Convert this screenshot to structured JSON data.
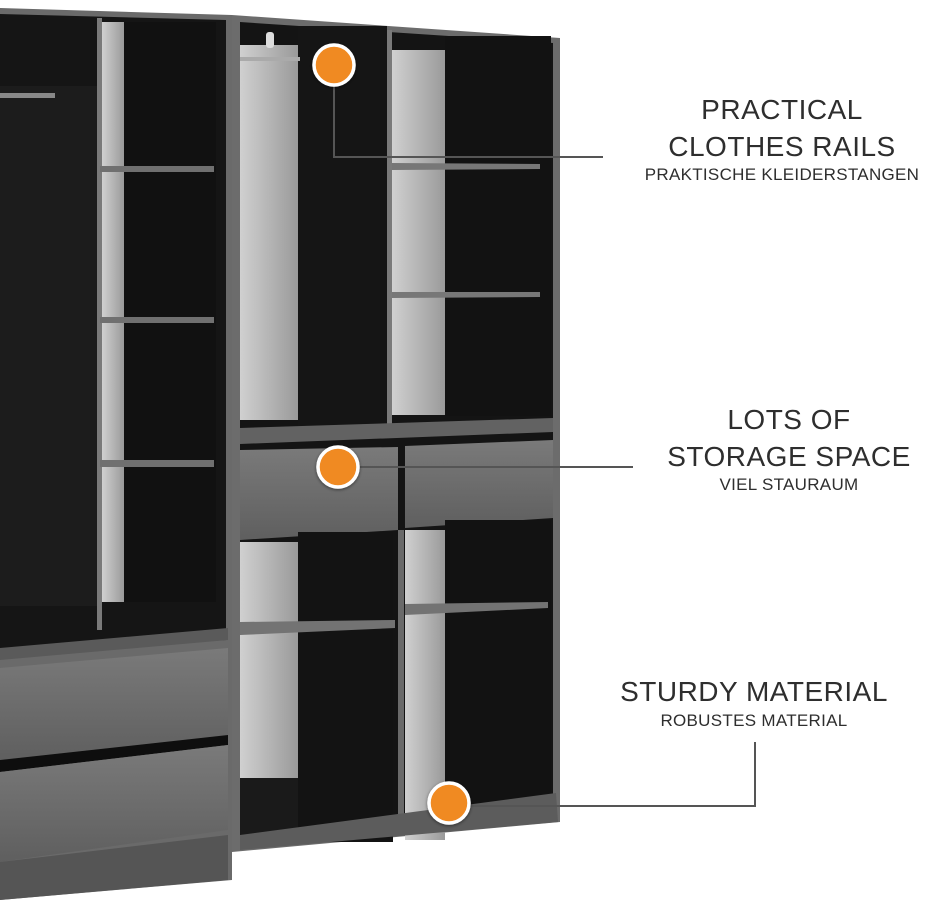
{
  "colors": {
    "accent": "#F08A24",
    "frame": "#6e6e6e",
    "interior": "#141414",
    "back_panel": "#b8b8b8",
    "text": "#2e2e2e"
  },
  "callouts": [
    {
      "title_line1": "PRACTICAL",
      "title_line2": "CLOTHES RAILS",
      "subtitle": "PRAKTISCHE KLEIDERSTANGEN"
    },
    {
      "title_line1": "LOTS OF",
      "title_line2": "STORAGE SPACE",
      "subtitle": "VIEL STAURAUM"
    },
    {
      "title_line1": "STURDY MATERIAL",
      "subtitle": "ROBUSTES MATERIAL"
    }
  ]
}
